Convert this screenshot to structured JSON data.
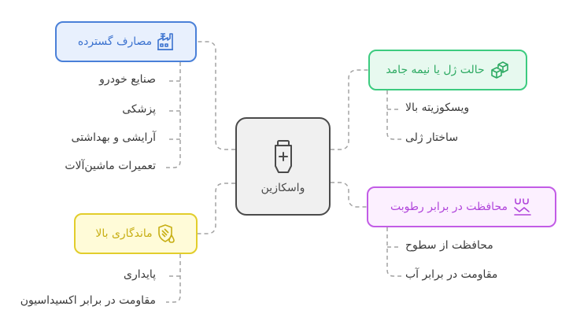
{
  "center": {
    "label": "واسکازین",
    "icon": "tube-icon"
  },
  "branches": {
    "applications": {
      "label": "مصارف گسترده",
      "icon": "factory-icon",
      "color": "#4a80d8",
      "items": [
        "صنایع خودرو",
        "پزشکی",
        "آرایشی و بهداشتی",
        "تعمیرات ماشین‌آلات"
      ]
    },
    "gel_state": {
      "label": "حالت ژل یا نیمه جامد",
      "icon": "cubes-icon",
      "color": "#3ccb7f",
      "items": [
        "ویسکوزیته بالا",
        "ساختار ژلی"
      ]
    },
    "moisture": {
      "label": "محافظت در برابر رطوبت",
      "icon": "water-icon",
      "color": "#c25ce6",
      "items": [
        "محافظت از سطوح",
        "مقاومت در برابر آب"
      ]
    },
    "durability": {
      "label": "ماندگاری بالا",
      "icon": "shield-icon",
      "color": "#e2cd2b",
      "items": [
        "پایداری",
        "مقاومت در برابر اکسیداسیون"
      ]
    }
  }
}
